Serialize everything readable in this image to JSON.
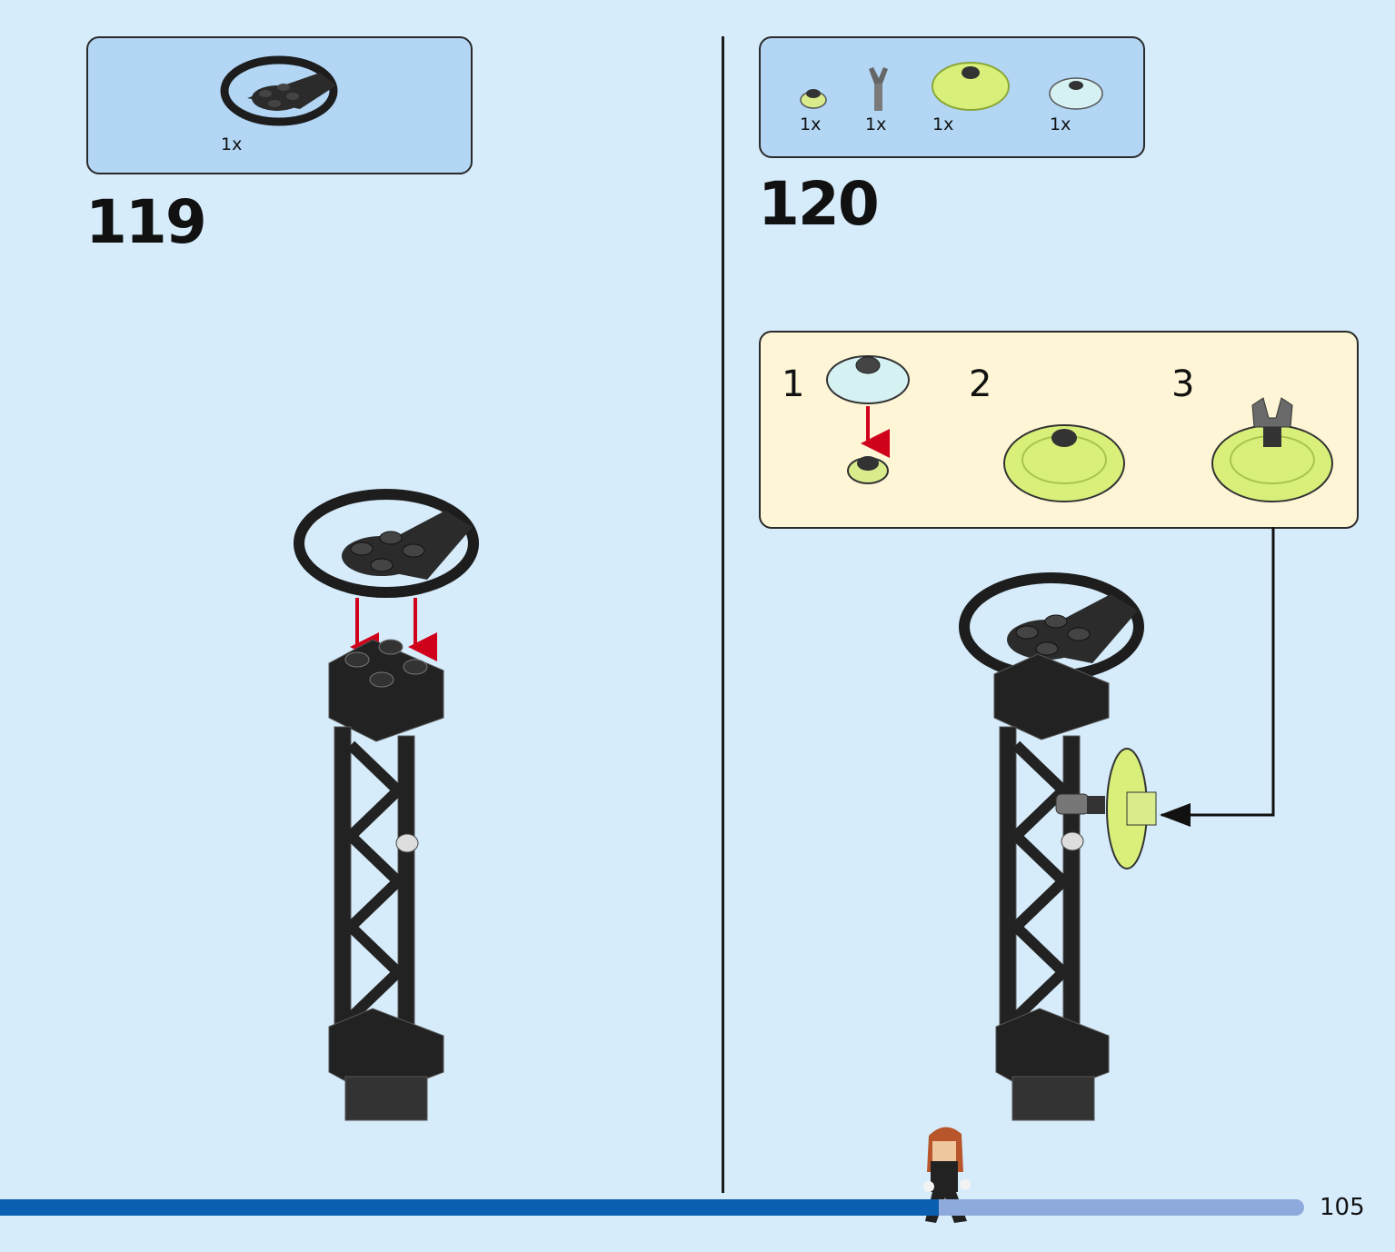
{
  "steps": [
    {
      "number": "119",
      "parts": [
        {
          "qty": "1x",
          "icon": "steering-wheel-icon"
        }
      ]
    },
    {
      "number": "120",
      "parts": [
        {
          "qty": "1x",
          "icon": "round-plate-lime-icon"
        },
        {
          "qty": "1x",
          "icon": "clip-bar-icon"
        },
        {
          "qty": "1x",
          "icon": "dish-lime-icon"
        },
        {
          "qty": "1x",
          "icon": "dish-light-aqua-icon"
        }
      ],
      "sub_steps": [
        "1",
        "2",
        "3"
      ]
    }
  ],
  "page": {
    "number": "105",
    "progress": 0.72
  },
  "colors": {
    "background": "#d6ecfb",
    "parts_box": "#b3d6f5",
    "sub_box": "#fdf5d5",
    "progress_fill": "#0b5fb0",
    "progress_track": "#8eaadc",
    "arrow_red": "#d0021b",
    "lime": "#d8f07a"
  }
}
